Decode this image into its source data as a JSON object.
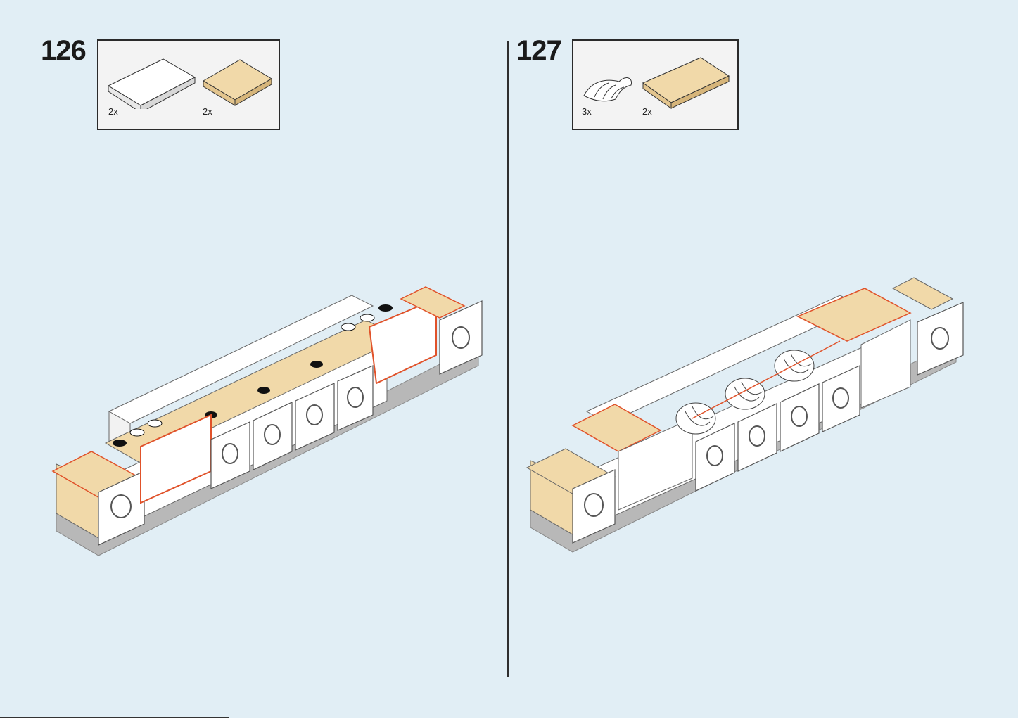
{
  "steps": [
    {
      "number": "126",
      "parts": [
        {
          "icon": "white-tile-2x3",
          "qty": "2x",
          "color": "#ffffff"
        },
        {
          "icon": "tan-tile-2x2",
          "qty": "2x",
          "color": "#f1d9a9"
        }
      ]
    },
    {
      "number": "127",
      "parts": [
        {
          "icon": "croissant",
          "qty": "3x",
          "color": "#ffffff"
        },
        {
          "icon": "tan-tile-2x3",
          "qty": "2x",
          "color": "#f1d9a9"
        }
      ]
    }
  ],
  "colors": {
    "background": "#e1eef5",
    "tan": "#f1d9a9",
    "white": "#ffffff",
    "grey": "#b8b8b8",
    "highlight": "#e0522a"
  }
}
